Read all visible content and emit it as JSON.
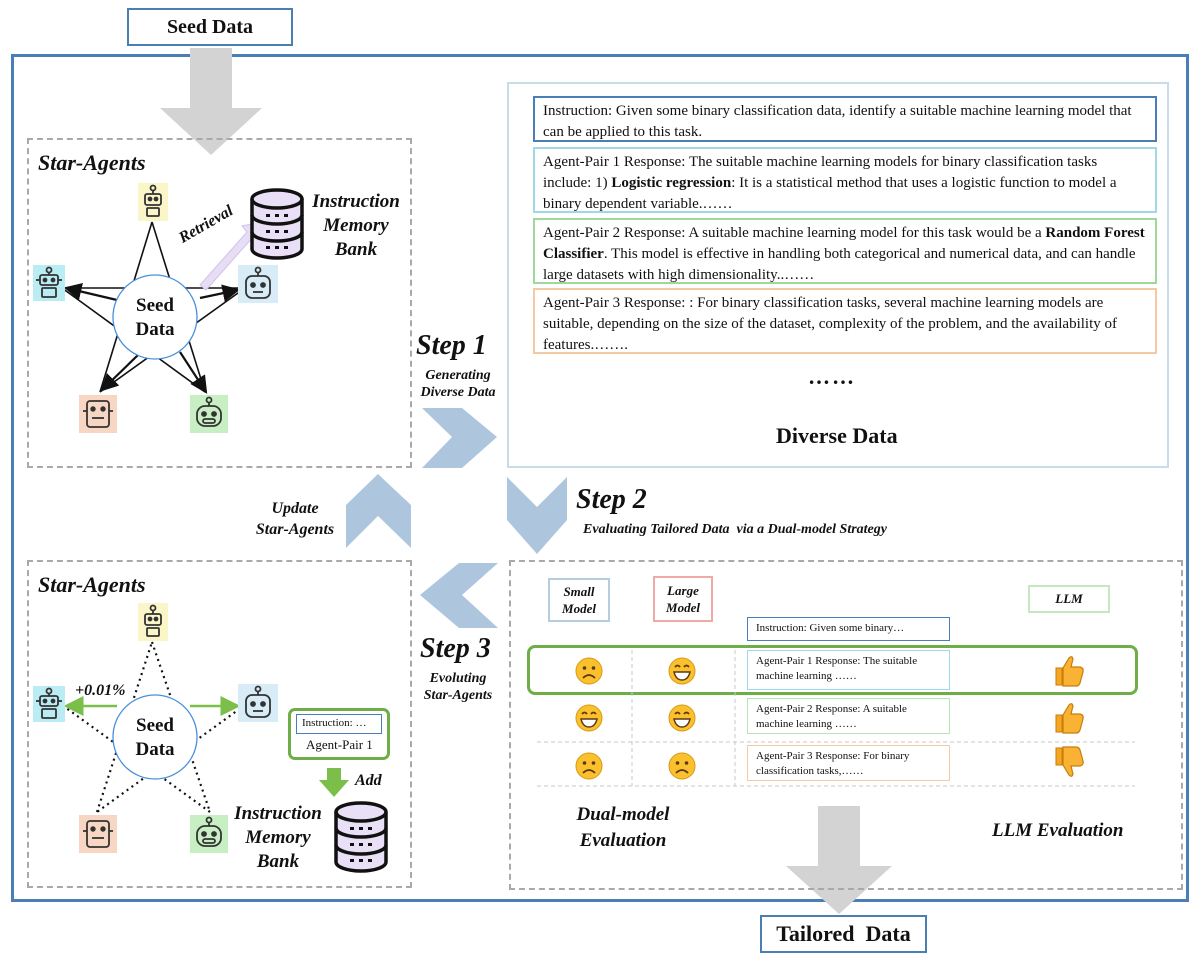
{
  "top": {
    "seed_data_label": "Seed Data"
  },
  "bottom": {
    "tailored_data_label": "Tailored  Data"
  },
  "star_top": {
    "title": "Star-Agents",
    "seed_center": [
      "Seed",
      "Data"
    ],
    "retrieval_label": "Retrieval",
    "memory_bank": [
      "Instruction",
      "Memory",
      "Bank"
    ]
  },
  "star_bottom": {
    "title": "Star-Agents",
    "seed_center": [
      "Seed",
      "Data"
    ],
    "weight_label": "+0.01%",
    "pair_instruction": "Instruction: …",
    "pair_label": "Agent-Pair 1",
    "add_label": "Add",
    "memory_bank": [
      "Instruction",
      "Memory",
      "Bank"
    ]
  },
  "steps": {
    "step1_title": "Step 1",
    "step1_sub": [
      "Generating",
      "Diverse Data"
    ],
    "step2_title": "Step 2",
    "step2_sub": "Evaluating Tailored Data  via a Dual-model Strategy",
    "step3_title": "Step 3",
    "step3_sub": [
      "Evoluting",
      "Star-Agents"
    ],
    "update_label": [
      "Update",
      "Star-Agents"
    ]
  },
  "diverse": {
    "instruction": "Instruction: Given some binary classification data, identify a suitable machine learning model that can be applied to this task.",
    "pair1_pre": "Agent-Pair 1 Response: The suitable machine learning models for binary classification tasks include: 1) ",
    "pair1_bold": "Logistic regression",
    "pair1_post": ": It is a statistical method that uses a logistic function to model a binary dependent variable.……",
    "pair2_pre": "Agent-Pair 2 Response: A suitable machine learning model for this task would be a ",
    "pair2_bold": "Random Forest Classifier",
    "pair2_post": ". This model is effective in handling both categorical and numerical data, and can handle large datasets with high dimensionality..……",
    "pair3": "Agent-Pair 3 Response: : For binary classification tasks, several machine learning models are suitable, depending on the size of the dataset, complexity of the problem, and the availability of features.…….",
    "ellipsis": "……",
    "title": "Diverse Data"
  },
  "eval": {
    "small_model": [
      "Small",
      "Model"
    ],
    "large_model": [
      "Large",
      "Model"
    ],
    "llm": "LLM",
    "instruction": "Instruction: Given some binary…",
    "row1": "Agent-Pair 1 Response: The suitable machine learning ……",
    "row2": "Agent-Pair 2 Response:  A suitable machine learning ……",
    "row3": "Agent-Pair 3 Response: For binary classification tasks,……",
    "dual_label": [
      "Dual-model",
      "Evaluation"
    ],
    "llm_label": "LLM Evaluation"
  },
  "colors": {
    "frame": "#4a7fb5",
    "arrow_blue": "#adc6de",
    "arrow_gray": "#d3d3d3",
    "pair1_border": "#9ed9e8",
    "pair2_border": "#9ed99a",
    "pair3_border": "#f5c9a3",
    "highlight_green": "#6fad47",
    "db_purple": "#e9e0f7"
  },
  "icons": [
    "robot-icon",
    "database-icon",
    "sad-face-icon",
    "happy-face-icon",
    "thumbs-up-icon",
    "thumbs-down-icon"
  ]
}
